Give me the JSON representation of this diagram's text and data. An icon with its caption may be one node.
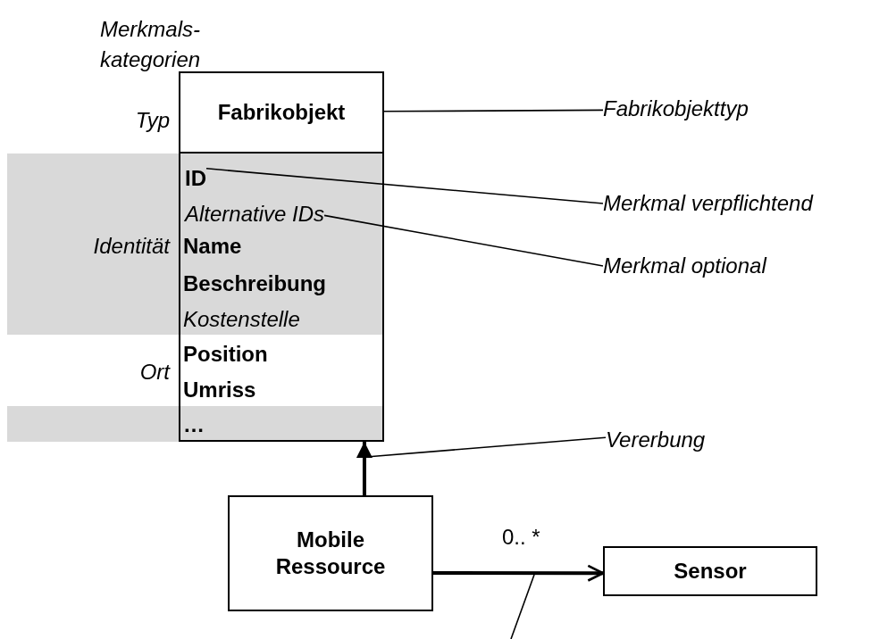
{
  "diagram": {
    "nodes": [
      {
        "text": [
          "Fabrikobjekt"
        ]
      },
      {
        "text": [
          "ID"
        ],
        "in": 0
      },
      {
        "text": [
          "Alternative IDs"
        ],
        "in": 0
      },
      {
        "text": [
          "Fabrikobjekttyp"
        ]
      },
      {
        "text": [
          "Merkmal verpflichtend"
        ]
      },
      {
        "text": [
          "Merkmal optional"
        ]
      },
      {
        "text": [
          "Mobile Ressource"
        ]
      },
      {
        "text": [
          "Sensor"
        ]
      },
      {
        "text": [
          "Vererbung"
        ]
      }
    ],
    "edges": [
      {
        "from": 6,
        "to": 0,
        "arrow": "to",
        "style": "thick"
      },
      {
        "from": 6,
        "to": 7,
        "arrow": "to",
        "style": "thick",
        "label": "0.. *"
      },
      {
        "from": 3,
        "to": 0,
        "arrow": "none"
      },
      {
        "from": 4,
        "to": 1,
        "arrow": "none"
      },
      {
        "from": 5,
        "to": 2,
        "arrow": "none"
      },
      {
        "from": 8,
        "to": null,
        "arrow": "none"
      }
    ],
    "labels": [
      "Merkmals- kategorien",
      "Typ",
      "Identität",
      "Name",
      "Beschreibung",
      "Kostenstelle",
      "Ort",
      "Position",
      "Umriss",
      "…"
    ]
  }
}
